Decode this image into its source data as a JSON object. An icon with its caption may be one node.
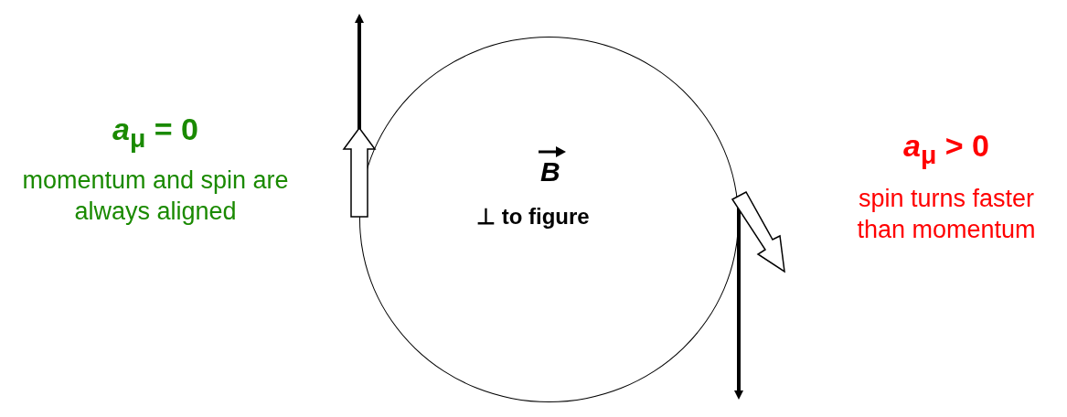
{
  "diagram": {
    "nodes": [
      {
        "text": [
          "B",
          "⊥ to figure"
        ]
      }
    ],
    "labels": [
      "*a*$_{μ}$ = 0",
      "momentum and spin are always aligned",
      "*a*$_{μ}$ > 0",
      "spin turns faster than momentum"
    ]
  }
}
